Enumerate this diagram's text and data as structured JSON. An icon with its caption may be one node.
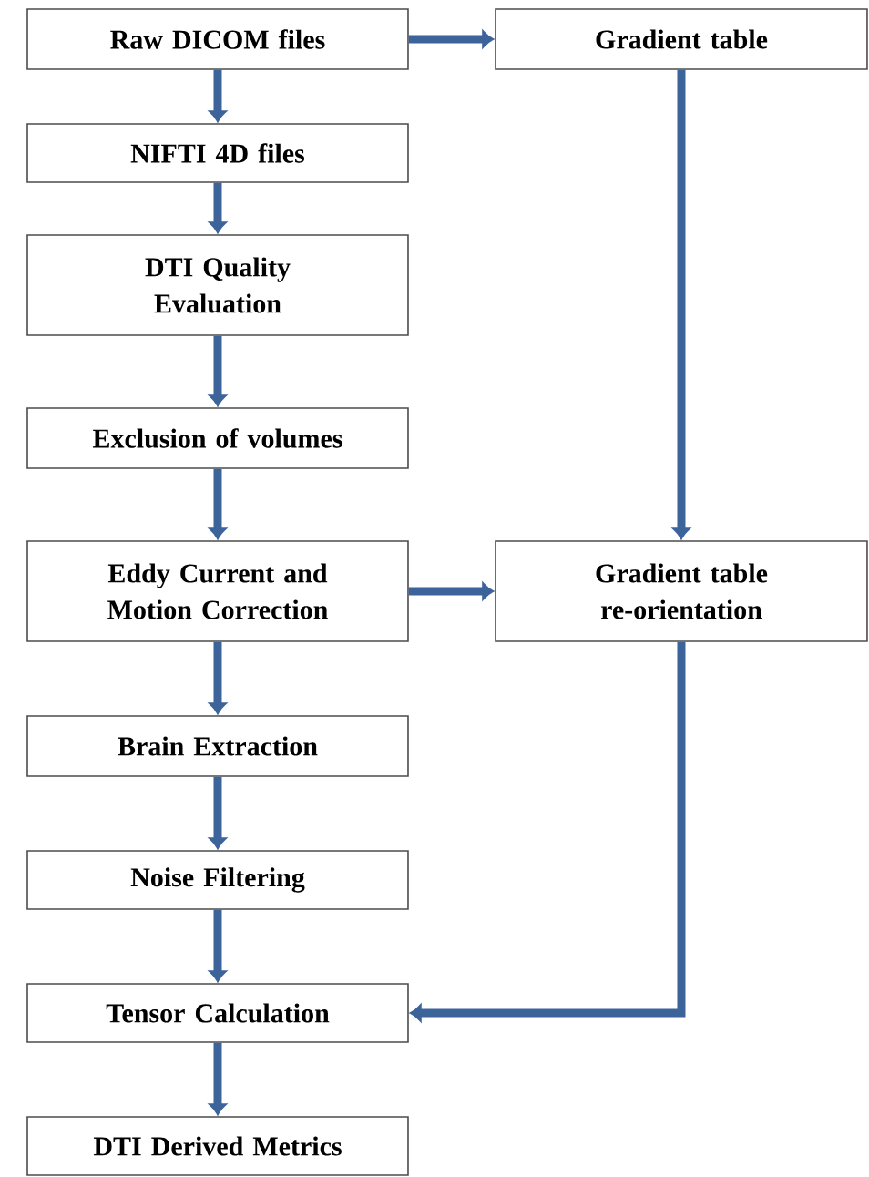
{
  "diagram": {
    "nodes": [
      {
        "text": [
          "Raw DICOM files"
        ]
      },
      {
        "text": [
          "NIFTI 4D files"
        ]
      },
      {
        "text": [
          "DTI Quality Evaluation"
        ]
      },
      {
        "text": [
          "Exclusion of volumes"
        ]
      },
      {
        "text": [
          "Eddy Current and Motion Correction"
        ]
      },
      {
        "text": [
          "Brain Extraction"
        ]
      },
      {
        "text": [
          "Noise Filtering"
        ]
      },
      {
        "text": [
          "Tensor Calculation"
        ]
      },
      {
        "text": [
          "DTI Derived Metrics"
        ]
      },
      {
        "text": [
          "Gradient table"
        ]
      },
      {
        "text": [
          "Gradient table re-orientation"
        ]
      }
    ],
    "edges": [
      {
        "from": 0,
        "to": 1,
        "arrow": "to"
      },
      {
        "from": 1,
        "to": 2,
        "arrow": "to"
      },
      {
        "from": 2,
        "to": 3,
        "arrow": "to"
      },
      {
        "from": 3,
        "to": 4,
        "arrow": "to"
      },
      {
        "from": 4,
        "to": 5,
        "arrow": "to"
      },
      {
        "from": 5,
        "to": 6,
        "arrow": "to"
      },
      {
        "from": 6,
        "to": 7,
        "arrow": "to"
      },
      {
        "from": 7,
        "to": 8,
        "arrow": "to"
      },
      {
        "from": 0,
        "to": 9,
        "arrow": "to"
      },
      {
        "from": 9,
        "to": 10,
        "arrow": "to"
      },
      {
        "from": 4,
        "to": 10,
        "arrow": "to"
      },
      {
        "from": 10,
        "to": 7,
        "arrow": "to"
      }
    ]
  }
}
